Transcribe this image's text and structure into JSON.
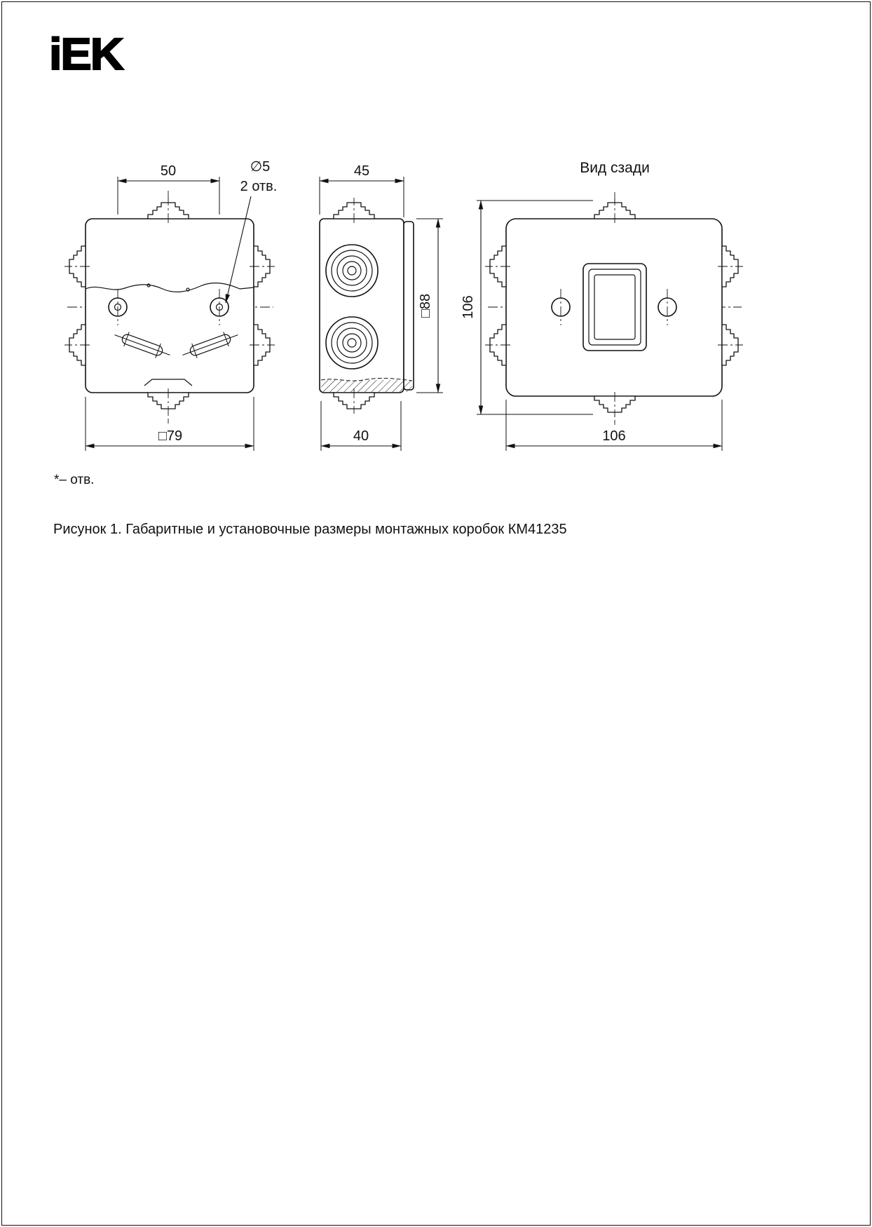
{
  "page": {
    "logo": "iEK",
    "note": "*– отв.",
    "caption": "Рисунок 1. Габаритные и установочные размеры монтажных коробок КМ41235"
  },
  "views": {
    "front": {
      "dim_top": "50",
      "hole_dia": "∅5",
      "hole_count": "2 отв.",
      "dim_bottom": "□79"
    },
    "side": {
      "dim_top": "45",
      "dim_right": "□88",
      "dim_bottom": "40"
    },
    "rear": {
      "title": "Вид сзади",
      "dim_left": "106",
      "dim_bottom": "106"
    }
  }
}
